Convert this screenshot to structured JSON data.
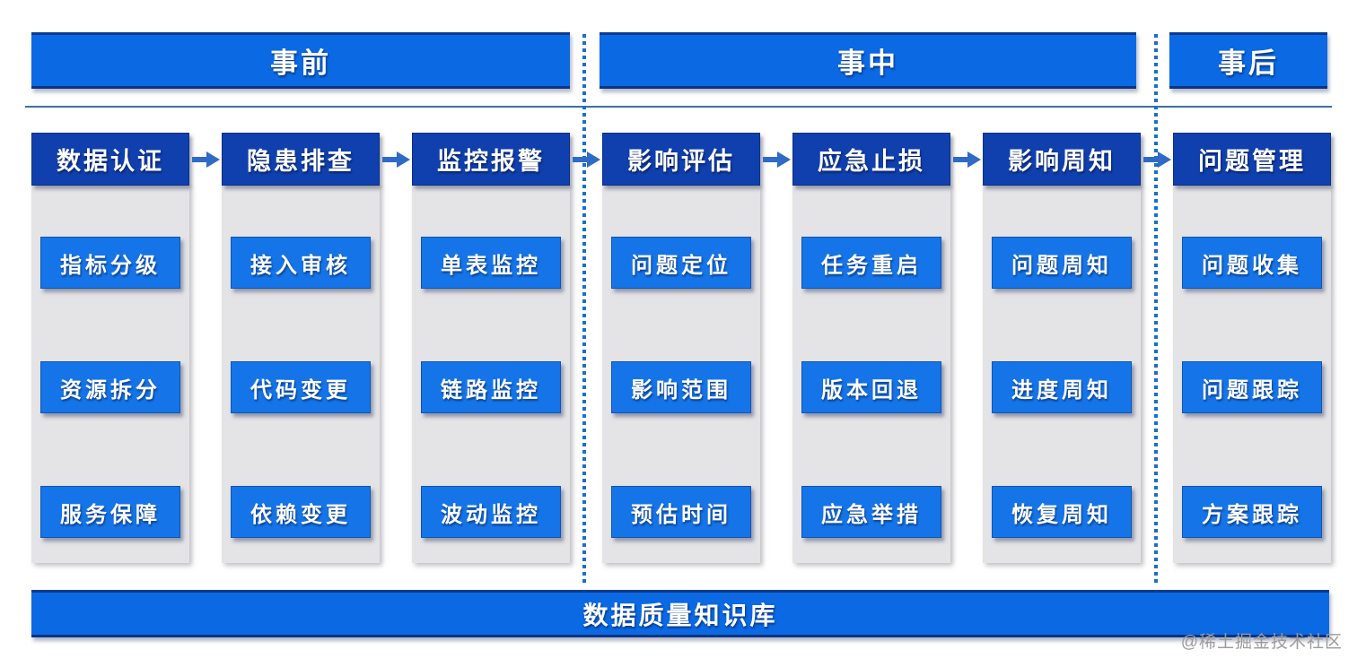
{
  "phases": [
    {
      "label": "事前"
    },
    {
      "label": "事中"
    },
    {
      "label": "事后"
    }
  ],
  "columns": [
    {
      "header": "数据认证",
      "items": [
        "指标分级",
        "资源拆分",
        "服务保障"
      ]
    },
    {
      "header": "隐患排查",
      "items": [
        "接入审核",
        "代码变更",
        "依赖变更"
      ]
    },
    {
      "header": "监控报警",
      "items": [
        "单表监控",
        "链路监控",
        "波动监控"
      ]
    },
    {
      "header": "影响评估",
      "items": [
        "问题定位",
        "影响范围",
        "预估时间"
      ]
    },
    {
      "header": "应急止损",
      "items": [
        "任务重启",
        "版本回退",
        "应急举措"
      ]
    },
    {
      "header": "影响周知",
      "items": [
        "问题周知",
        "进度周知",
        "恢复周知"
      ]
    },
    {
      "header": "问题管理",
      "items": [
        "问题收集",
        "问题跟踪",
        "方案跟踪"
      ]
    }
  ],
  "footer": {
    "label": "数据质量知识库"
  },
  "watermark": {
    "label": "@稀土掘金技术社区"
  },
  "colors": {
    "banner_blue": "#0b69e3",
    "header_navy": "#1040ae",
    "item_blue": "#1575e8",
    "panel_gray": "#e4e4e6",
    "arrow_blue": "#2f6ac8",
    "dot_blue": "#1a6fc9",
    "rule_blue": "#3d6fa3",
    "edge_navy": "#0a3484",
    "watermark_gray": "#9b9b9b",
    "text_white": "#ffffff"
  }
}
